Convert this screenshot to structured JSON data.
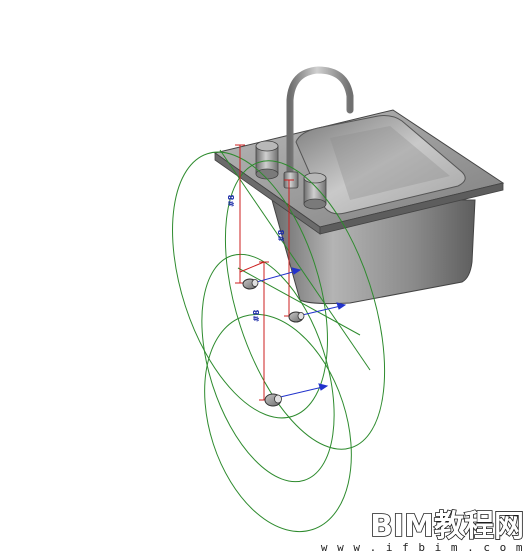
{
  "model": {
    "dimension_labels": [
      "#8",
      "#8",
      "#8"
    ]
  },
  "watermark": {
    "brand": "BIM教程网",
    "url": "w w w . i f b i m . c o m"
  },
  "colors": {
    "background": "#ffffff",
    "connector_circle": "#2e8b2e",
    "dimension_line": "#cc1f1f",
    "flow_arrow": "#2233cc",
    "sink_steel": "#9a9a9a"
  }
}
